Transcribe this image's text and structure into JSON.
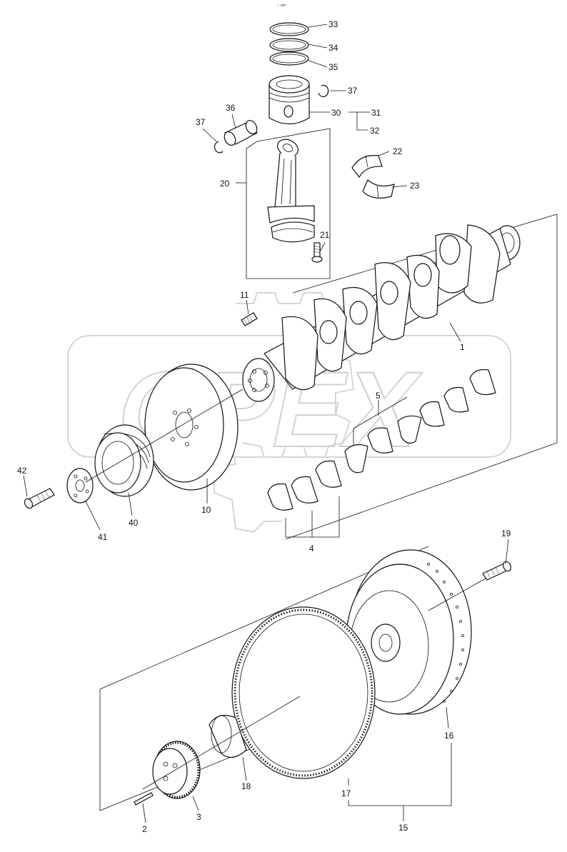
{
  "diagram": {
    "watermark": "OPEX",
    "top_mark": "⁼ ˢᵉᵐ",
    "callouts": {
      "n1": "1",
      "n2": "2",
      "n3": "3",
      "n4": "4",
      "n5": "5",
      "n10": "10",
      "n11": "11",
      "n15": "15",
      "n16": "16",
      "n17": "17",
      "n18": "18",
      "n19": "19",
      "n20": "20",
      "n21": "21",
      "n22": "22",
      "n23": "23",
      "n30": "30",
      "n31": "31",
      "n32": "32",
      "n33": "33",
      "n34": "34",
      "n35": "35",
      "n36": "36",
      "n37a": "37",
      "n37b": "37",
      "n40": "40",
      "n41": "41",
      "n42": "42"
    }
  }
}
